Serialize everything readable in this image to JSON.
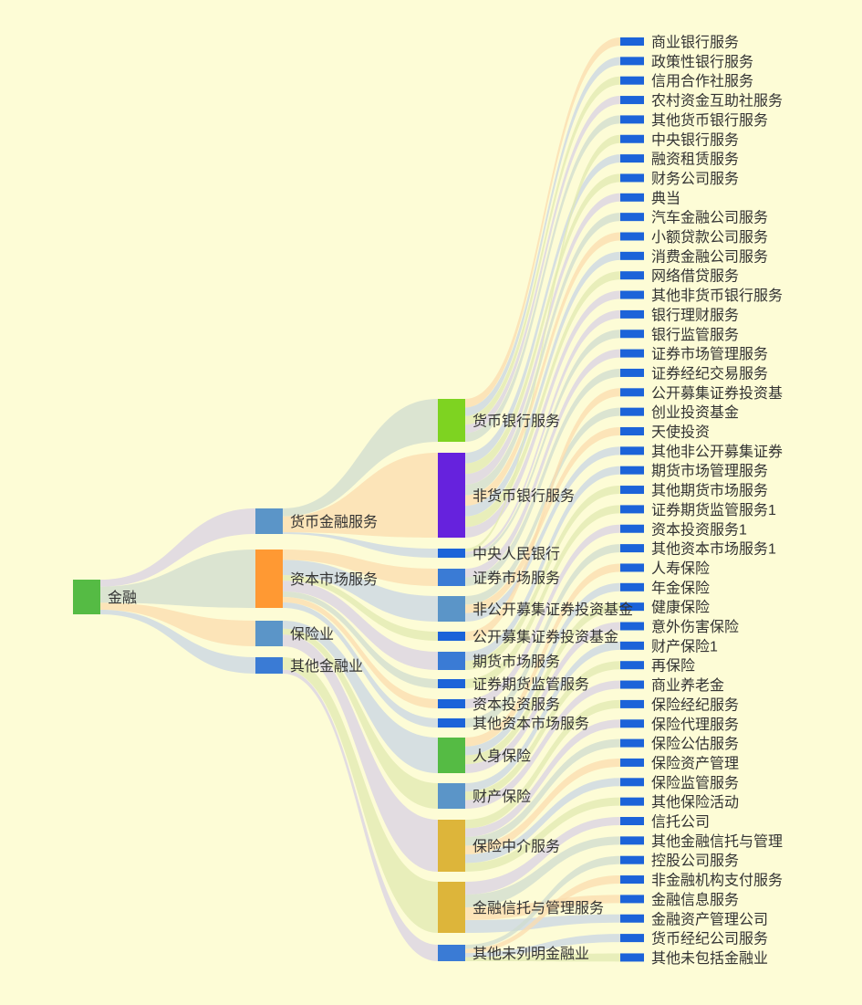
{
  "chart_data": {
    "type": "sankey",
    "colors": {
      "background": "#fdfcd6",
      "label": "#333333",
      "link": "#c9dcc9"
    },
    "levels": [
      {
        "nodes": [
          {
            "label": "金融",
            "color": "#55bb44"
          }
        ]
      },
      {
        "nodes": [
          {
            "label": "货币金融服务",
            "color": "#5b95c8"
          },
          {
            "label": "资本市场服务",
            "color": "#ff9933"
          },
          {
            "label": "保险业",
            "color": "#5b95c8"
          },
          {
            "label": "其他金融业",
            "color": "#3a7bd5"
          }
        ]
      },
      {
        "nodes": [
          {
            "label": "货币银行服务",
            "color": "#7ed321",
            "parent": 0
          },
          {
            "label": "非货币银行服务",
            "color": "#6622dd",
            "parent": 0
          },
          {
            "label": "中央人民银行",
            "color": "#1c63d9",
            "parent": 0
          },
          {
            "label": "证券市场服务",
            "color": "#3a7bd5",
            "parent": 1
          },
          {
            "label": "非公开募集证券投资基金",
            "color": "#5b95c8",
            "parent": 1
          },
          {
            "label": "公开募集证券投资基金",
            "color": "#1c63d9",
            "parent": 1
          },
          {
            "label": "期货市场服务",
            "color": "#3a7bd5",
            "parent": 1
          },
          {
            "label": "证券期货监管服务",
            "color": "#1c63d9",
            "parent": 1
          },
          {
            "label": "资本投资服务",
            "color": "#1c63d9",
            "parent": 1
          },
          {
            "label": "其他资本市场服务",
            "color": "#1c63d9",
            "parent": 1
          },
          {
            "label": "人身保险",
            "color": "#55bb44",
            "parent": 2
          },
          {
            "label": "财产保险",
            "color": "#5b95c8",
            "parent": 2
          },
          {
            "label": "保险中介服务",
            "color": "#ddb53a",
            "parent": 2
          },
          {
            "label": "金融信托与管理服务",
            "color": "#ddb53a",
            "parent": 3
          },
          {
            "label": "其他未列明金融业",
            "color": "#3a7bd5",
            "parent": 3
          }
        ]
      },
      {
        "nodes": [
          {
            "label": "商业银行服务",
            "parent": 0
          },
          {
            "label": "政策性银行服务",
            "parent": 0
          },
          {
            "label": "信用合作社服务",
            "parent": 0
          },
          {
            "label": "农村资金互助社服务",
            "parent": 0
          },
          {
            "label": "其他货币银行服务",
            "parent": 0
          },
          {
            "label": "中央银行服务",
            "parent": 2
          },
          {
            "label": "融资租赁服务",
            "parent": 1
          },
          {
            "label": "财务公司服务",
            "parent": 1
          },
          {
            "label": "典当",
            "parent": 1
          },
          {
            "label": "汽车金融公司服务",
            "parent": 1
          },
          {
            "label": "小额贷款公司服务",
            "parent": 1
          },
          {
            "label": "消费金融公司服务",
            "parent": 1
          },
          {
            "label": "网络借贷服务",
            "parent": 1
          },
          {
            "label": "其他非货币银行服务",
            "parent": 1
          },
          {
            "label": "银行理财服务",
            "parent": 2
          },
          {
            "label": "银行监管服务",
            "parent": 2
          },
          {
            "label": "证券市场管理服务",
            "parent": 3
          },
          {
            "label": "证券经纪交易服务",
            "parent": 3
          },
          {
            "label": "公开募集证券投资基",
            "parent": 5
          },
          {
            "label": "创业投资基金",
            "parent": 4
          },
          {
            "label": "天使投资",
            "parent": 4
          },
          {
            "label": "其他非公开募集证券",
            "parent": 4
          },
          {
            "label": "期货市场管理服务",
            "parent": 6
          },
          {
            "label": "其他期货市场服务",
            "parent": 6
          },
          {
            "label": "证券期货监管服务1",
            "parent": 7
          },
          {
            "label": "资本投资服务1",
            "parent": 8
          },
          {
            "label": "其他资本市场服务1",
            "parent": 9
          },
          {
            "label": "人寿保险",
            "parent": 10
          },
          {
            "label": "年金保险",
            "parent": 10
          },
          {
            "label": "健康保险",
            "parent": 10
          },
          {
            "label": "意外伤害保险",
            "parent": 10
          },
          {
            "label": "财产保险1",
            "parent": 11
          },
          {
            "label": "再保险",
            "parent": 11
          },
          {
            "label": "商业养老金",
            "parent": 11
          },
          {
            "label": "保险经纪服务",
            "parent": 12
          },
          {
            "label": "保险代理服务",
            "parent": 12
          },
          {
            "label": "保险公估服务",
            "parent": 12
          },
          {
            "label": "保险资产管理",
            "parent": 12
          },
          {
            "label": "保险监管服务",
            "parent": 12
          },
          {
            "label": "其他保险活动",
            "parent": 12
          },
          {
            "label": "信托公司",
            "parent": 13
          },
          {
            "label": "其他金融信托与管理",
            "parent": 13
          },
          {
            "label": "控股公司服务",
            "parent": 14
          },
          {
            "label": "非金融机构支付服务",
            "parent": 14
          },
          {
            "label": "金融信息服务",
            "parent": 13
          },
          {
            "label": "金融资产管理公司",
            "parent": 13
          },
          {
            "label": "货币经纪公司服务",
            "parent": 14
          },
          {
            "label": "其他未包括金融业",
            "parent": 14
          }
        ]
      }
    ]
  }
}
